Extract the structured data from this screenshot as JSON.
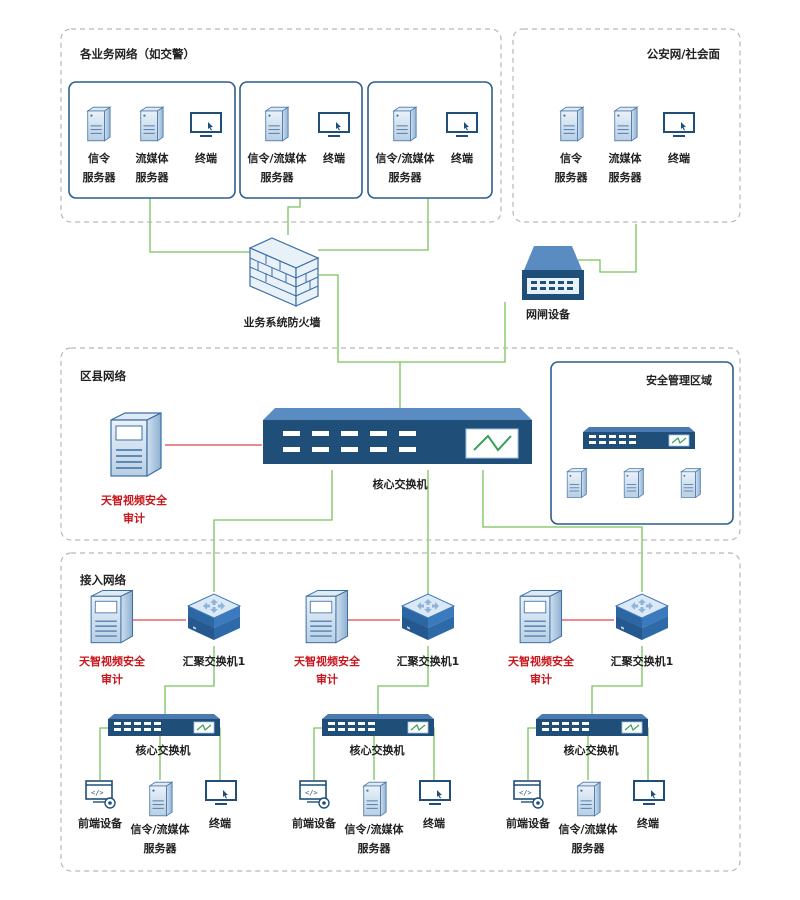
{
  "zones": {
    "business_network": "各业务网络（如交警）",
    "public_network": "公安网/社会面",
    "district_network": "区县网络",
    "security_area": "安全管理区域",
    "access_network": "接入网络"
  },
  "business_groups": [
    {
      "server1_l1": "信令",
      "server1_l2": "服务器",
      "server2_l1": "流媒体",
      "server2_l2": "服务器",
      "terminal": "终端"
    },
    {
      "server_l1": "信令/流媒体",
      "server_l2": "服务器",
      "terminal": "终端"
    },
    {
      "server_l1": "信令/流媒体",
      "server_l2": "服务器",
      "terminal": "终端"
    }
  ],
  "public_group": {
    "server1_l1": "信令",
    "server1_l2": "服务器",
    "server2_l1": "流媒体",
    "server2_l2": "服务器",
    "terminal": "终端"
  },
  "devices": {
    "firewall": "业务系统防火墙",
    "gateway": "网闸设备",
    "core_switch": "核心交换机",
    "audit_l1": "天智视频安全",
    "audit_l2": "审计"
  },
  "access_units": [
    {
      "audit_l1": "天智视频安全",
      "audit_l2": "审计",
      "agg_switch": "汇聚交换机1",
      "core_switch": "核心交换机",
      "frontend": "前端设备",
      "server_l1": "信令/流媒体",
      "server_l2": "服务器",
      "terminal": "终端"
    },
    {
      "audit_l1": "天智视频安全",
      "audit_l2": "审计",
      "agg_switch": "汇聚交换机1",
      "core_switch": "核心交换机",
      "frontend": "前端设备",
      "server_l1": "信令/流媒体",
      "server_l2": "服务器",
      "terminal": "终端"
    },
    {
      "audit_l1": "天智视频安全",
      "audit_l2": "审计",
      "agg_switch": "汇聚交换机1",
      "core_switch": "核心交换机",
      "frontend": "前端设备",
      "server_l1": "信令/流媒体",
      "server_l2": "服务器",
      "terminal": "终端"
    }
  ],
  "colors": {
    "navy": "#1f4e79",
    "link_green": "#79c25d",
    "red_label": "#c8161d",
    "zone_gray": "#b8b8b8"
  }
}
